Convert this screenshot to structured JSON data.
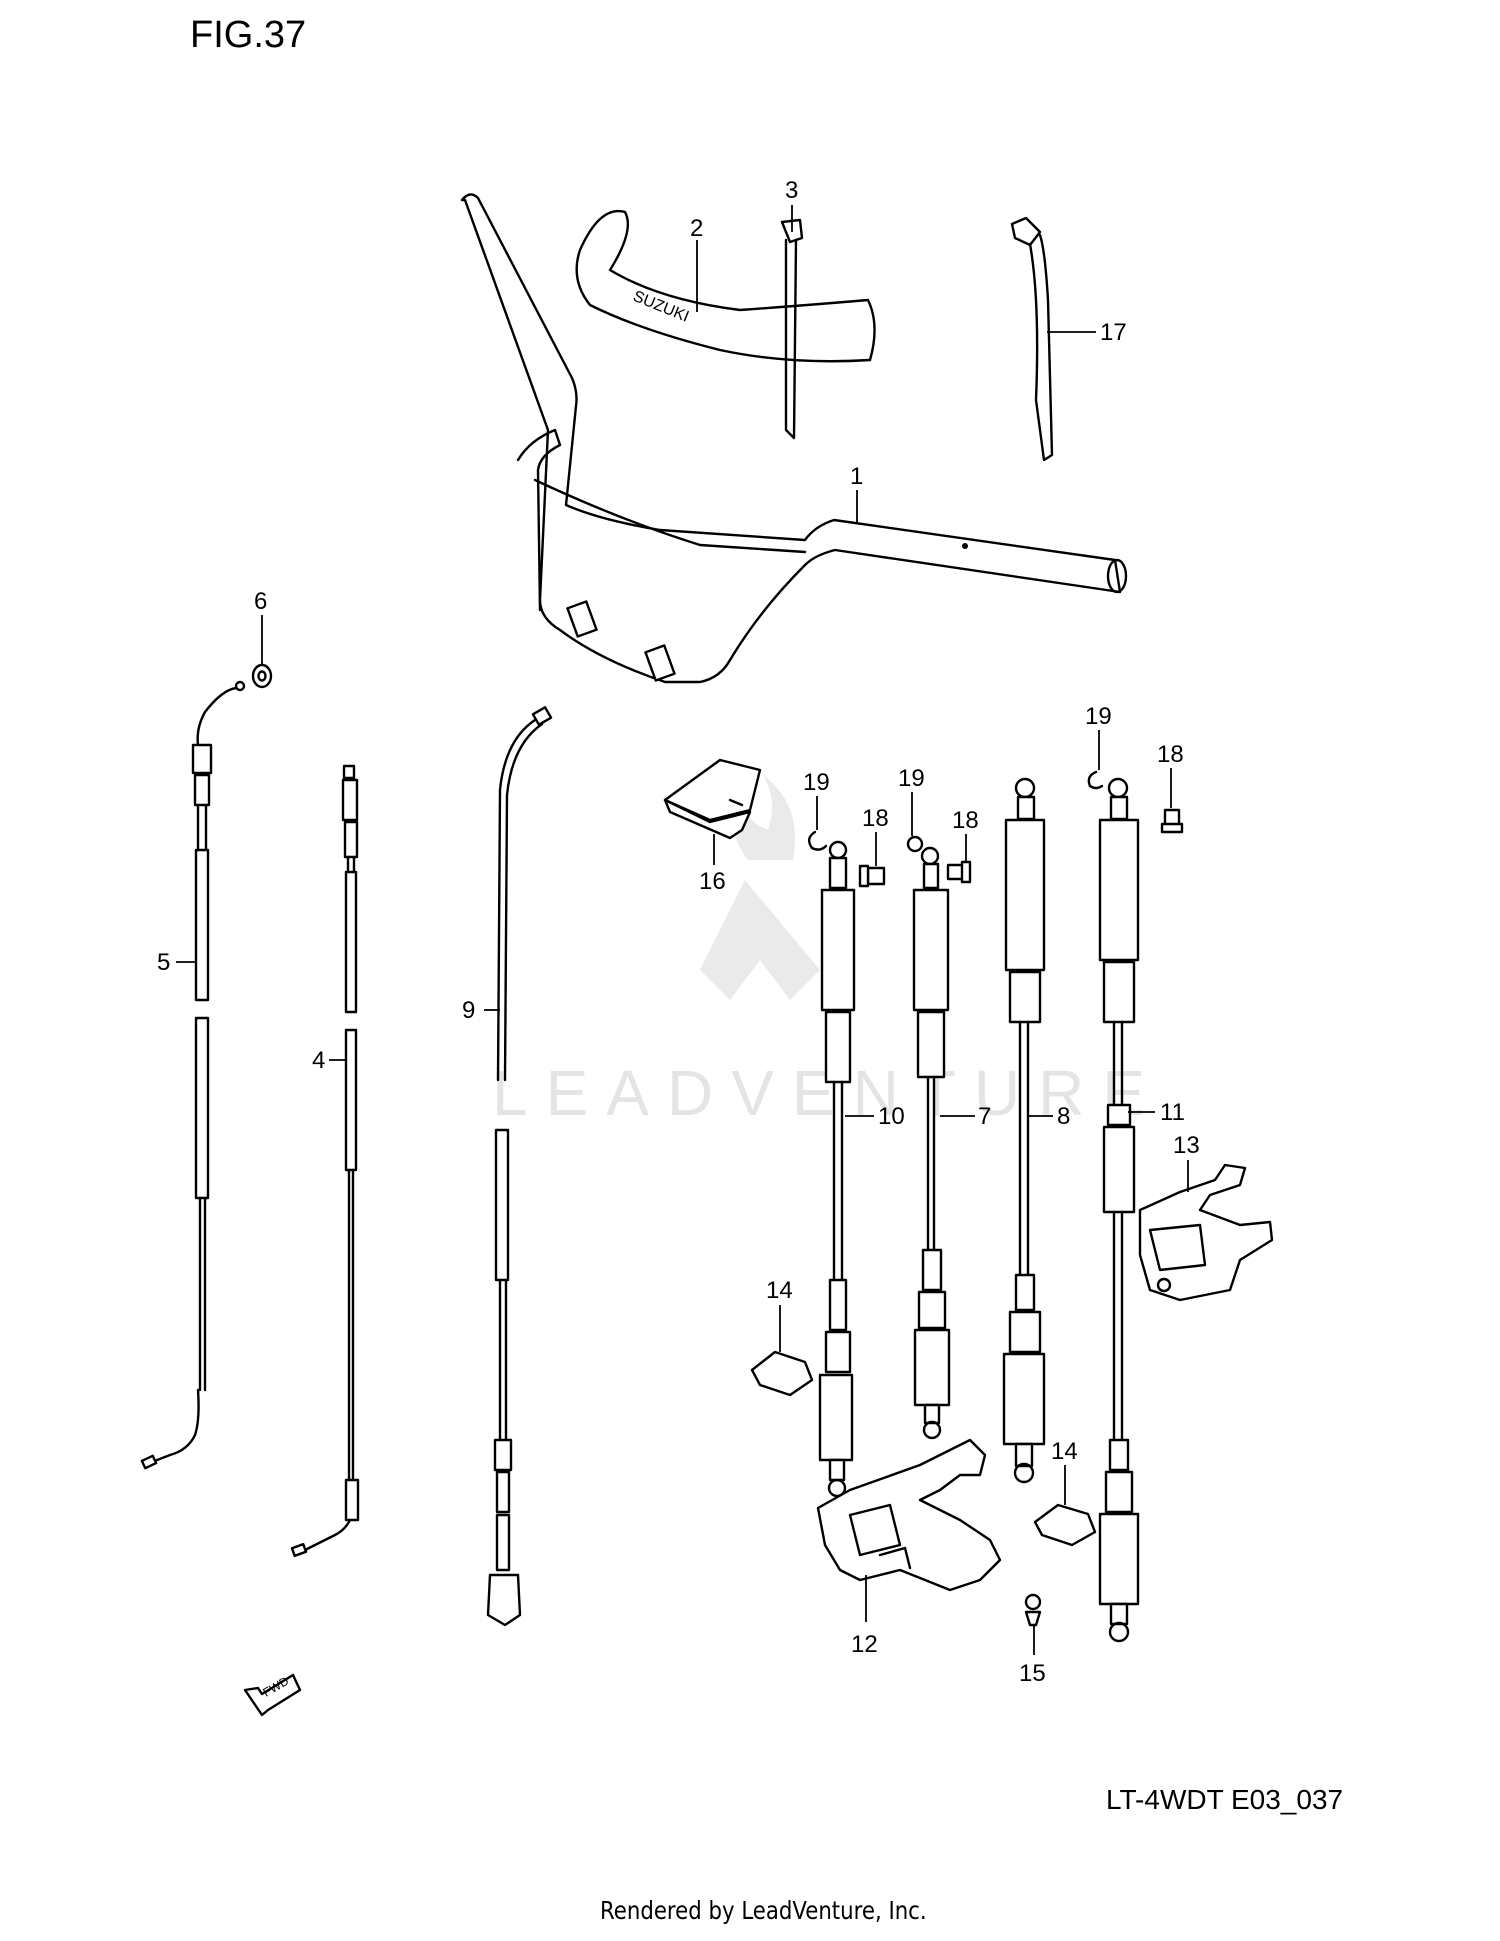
{
  "figure": {
    "title": "FIG.37",
    "code": "LT-4WDT E03_037",
    "rendered_by": "Rendered by LeadVenture, Inc.",
    "watermark": "LEADVENTURE",
    "fwd_label": "FWD"
  },
  "callouts": [
    {
      "id": "1",
      "label": "1"
    },
    {
      "id": "2",
      "label": "2"
    },
    {
      "id": "3",
      "label": "3"
    },
    {
      "id": "4",
      "label": "4"
    },
    {
      "id": "5",
      "label": "5"
    },
    {
      "id": "6",
      "label": "6"
    },
    {
      "id": "7",
      "label": "7"
    },
    {
      "id": "8",
      "label": "8"
    },
    {
      "id": "9",
      "label": "9"
    },
    {
      "id": "10",
      "label": "10"
    },
    {
      "id": "11",
      "label": "11"
    },
    {
      "id": "12",
      "label": "12"
    },
    {
      "id": "13",
      "label": "13"
    },
    {
      "id": "14a",
      "label": "14"
    },
    {
      "id": "14b",
      "label": "14"
    },
    {
      "id": "15",
      "label": "15"
    },
    {
      "id": "16",
      "label": "16"
    },
    {
      "id": "17",
      "label": "17"
    },
    {
      "id": "18a",
      "label": "18"
    },
    {
      "id": "18b",
      "label": "18"
    },
    {
      "id": "18c",
      "label": "18"
    },
    {
      "id": "19a",
      "label": "19"
    },
    {
      "id": "19b",
      "label": "19"
    },
    {
      "id": "19c",
      "label": "19"
    }
  ]
}
